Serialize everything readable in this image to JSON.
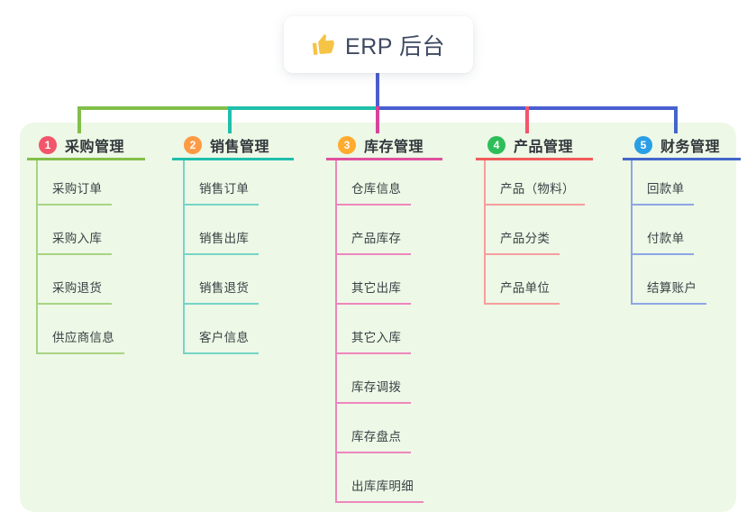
{
  "root": {
    "label": "ERP 后台",
    "icon": "thumbs-up-icon",
    "icon_color": "#f6c445",
    "card_bg": "#ffffff"
  },
  "panel": {
    "bg": "#edf8e6"
  },
  "connectors": {
    "root_line_color": "#4a5ed0",
    "bus_segment_colors": [
      "#82bf4a",
      "#1fbfab",
      "#4a5ed0"
    ],
    "drop_colors": [
      "#82bf4a",
      "#1fbfab",
      "#d8439b",
      "#f2566a",
      "#4366cb"
    ]
  },
  "branches": [
    {
      "badge": "1",
      "badge_color": "#f2566b",
      "label": "采购管理",
      "line_color": "#82bf4a",
      "child_line_color": "#a9d483",
      "children": [
        "采购订单",
        "采购入库",
        "采购退货",
        "供应商信息"
      ]
    },
    {
      "badge": "2",
      "badge_color": "#fd9a44",
      "label": "销售管理",
      "line_color": "#1fbfab",
      "child_line_color": "#76d4c7",
      "children": [
        "销售订单",
        "销售出库",
        "销售退货",
        "客户信息"
      ]
    },
    {
      "badge": "3",
      "badge_color": "#ffab2e",
      "label": "库存管理",
      "line_color": "#e0519f",
      "child_line_color": "#ee86bd",
      "children": [
        "仓库信息",
        "产品库存",
        "其它出库",
        "其它入库",
        "库存调拨",
        "库存盘点",
        "出库库明细"
      ]
    },
    {
      "badge": "4",
      "badge_color": "#2ebd59",
      "label": "产品管理",
      "line_color": "#f25a5a",
      "child_line_color": "#f79d9d",
      "children": [
        "产品（物料）",
        "产品分类",
        "产品单位"
      ]
    },
    {
      "badge": "5",
      "badge_color": "#2a9fe5",
      "label": "财务管理",
      "line_color": "#4366cb",
      "child_line_color": "#8ca6e6",
      "children": [
        "回款单",
        "付款单",
        "结算账户"
      ]
    }
  ]
}
